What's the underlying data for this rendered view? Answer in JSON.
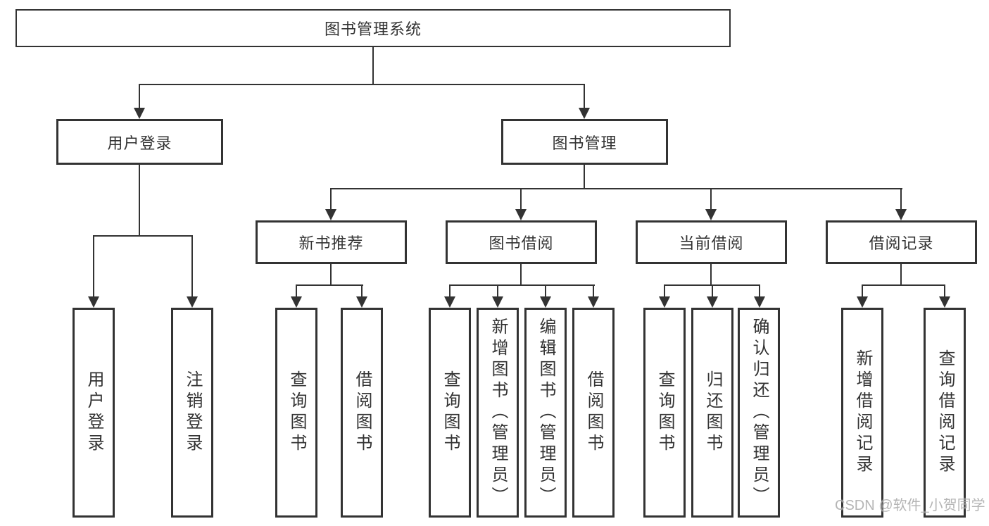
{
  "diagram_title": "图书管理系统",
  "tree": {
    "root": {
      "label": "图书管理系统",
      "children": [
        {
          "label": "用户登录",
          "children": [
            {
              "label": "用户登录"
            },
            {
              "label": "注销登录"
            }
          ]
        },
        {
          "label": "图书管理",
          "children": [
            {
              "label": "新书推荐",
              "children": [
                {
                  "label": "查询图书"
                },
                {
                  "label": "借阅图书"
                }
              ]
            },
            {
              "label": "图书借阅",
              "children": [
                {
                  "label": "查询图书"
                },
                {
                  "label": "新增图书（管理员）"
                },
                {
                  "label": "编辑图书（管理员）"
                },
                {
                  "label": "借阅图书"
                }
              ]
            },
            {
              "label": "当前借阅",
              "children": [
                {
                  "label": "查询图书"
                },
                {
                  "label": "归还图书"
                },
                {
                  "label": "确认归还（管理员）"
                }
              ]
            },
            {
              "label": "借阅记录",
              "children": [
                {
                  "label": "新增借阅记录"
                },
                {
                  "label": "查询借阅记录"
                }
              ]
            }
          ]
        }
      ]
    }
  },
  "watermark": {
    "text": "CSDN @软件_小贺同学"
  },
  "colors": {
    "line": "#333333",
    "text": "#333333",
    "watermark": "#a9a9a9",
    "background": "#ffffff"
  }
}
